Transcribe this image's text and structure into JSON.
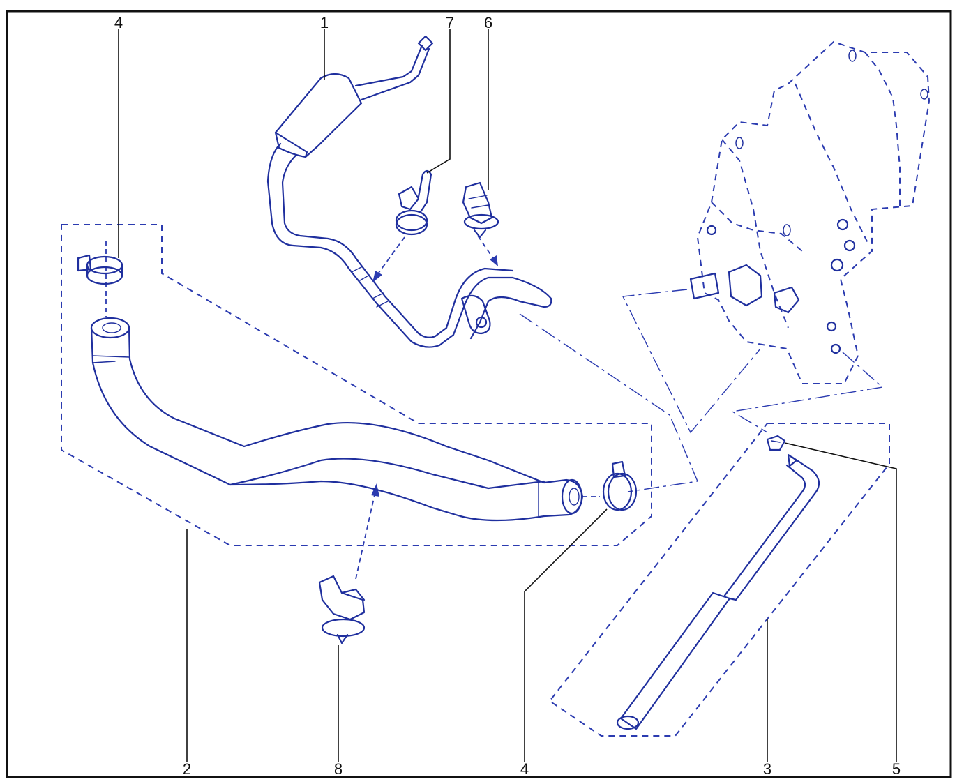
{
  "diagram": {
    "callouts": {
      "c1": "1",
      "c2": "2",
      "c3": "3",
      "c4a": "4",
      "c4b": "4",
      "c5": "5",
      "c6": "6",
      "c7": "7",
      "c8": "8"
    },
    "colors": {
      "line": "#1f2f9e",
      "frame": "#111111",
      "background": "#ffffff"
    }
  }
}
